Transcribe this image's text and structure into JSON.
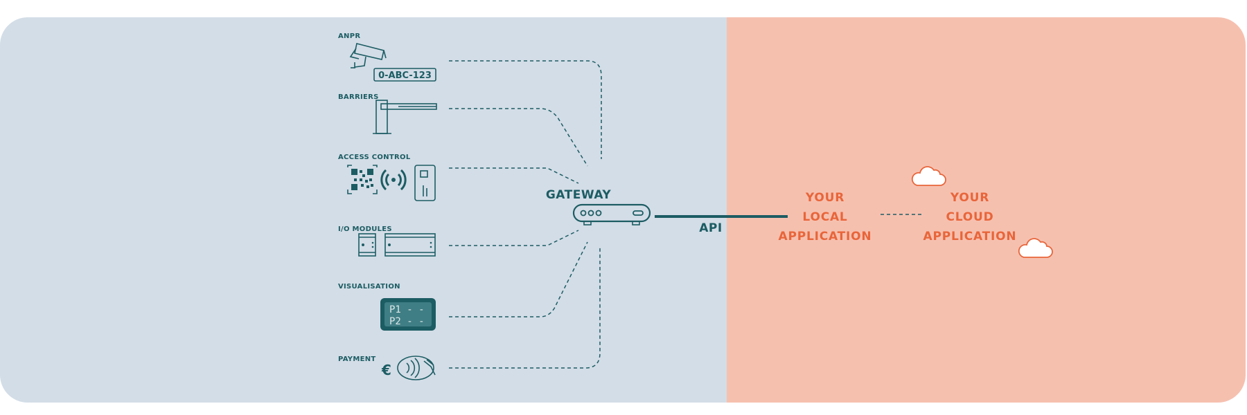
{
  "colors": {
    "left_panel": "#d3dde7",
    "right_panel": "#f6c0af",
    "teal": "#1c5c63",
    "orange": "#e8653a"
  },
  "devices": [
    {
      "label": "ANPR",
      "icon": "anpr-camera-icon",
      "plate": "0-ABC-123"
    },
    {
      "label": "BARRIERS",
      "icon": "barrier-gate-icon"
    },
    {
      "label": "ACCESS CONTROL",
      "icons": [
        "qr-code-icon",
        "wireless-reader-icon",
        "access-card-icon"
      ]
    },
    {
      "label": "I/O MODULES",
      "icons": [
        "io-module-small-icon",
        "io-module-large-icon"
      ]
    },
    {
      "label": "VISUALISATION",
      "icon": "display-panel-icon",
      "display_lines": [
        "P1 - -",
        "P2 - -"
      ]
    },
    {
      "label": "PAYMENT",
      "icons": [
        "euro-icon",
        "contactless-payment-icon"
      ],
      "euro_symbol": "€"
    }
  ],
  "gateway": {
    "label": "GATEWAY",
    "icon": "gateway-router-icon"
  },
  "api": {
    "label": "API"
  },
  "local_app": {
    "lines": [
      "YOUR",
      "LOCAL",
      "APPLICATION"
    ]
  },
  "cloud_app": {
    "lines": [
      "YOUR",
      "CLOUD",
      "APPLICATION"
    ],
    "icons": [
      "cloud-icon",
      "cloud-icon"
    ]
  }
}
